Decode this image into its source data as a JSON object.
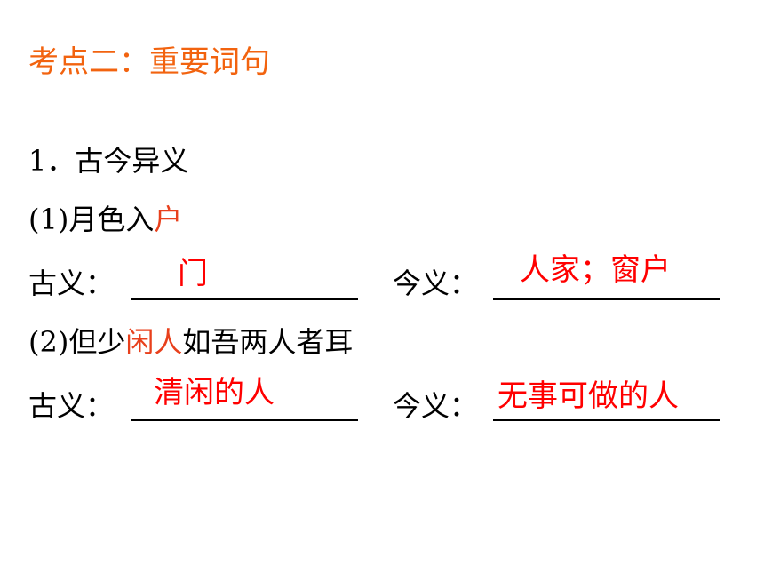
{
  "heading": "考点二：重要词句",
  "section_title": "1．古今异义",
  "items": [
    {
      "prefix": "(1)月色入",
      "highlight": "户",
      "suffix": "",
      "ancient_label": "古义：",
      "ancient_answer": "门",
      "modern_label": "今义：",
      "modern_answer": "人家；窗户"
    },
    {
      "prefix": "(2)但少",
      "highlight": "闲人",
      "suffix": "如吾两人者耳",
      "ancient_label": "古义：",
      "ancient_answer": "清闲的人",
      "modern_label": "今义：",
      "modern_answer": "无事可做的人"
    }
  ],
  "colors": {
    "heading": "#f2630f",
    "highlight": "#e8401c",
    "answer": "#ff0000",
    "text": "#000000"
  }
}
